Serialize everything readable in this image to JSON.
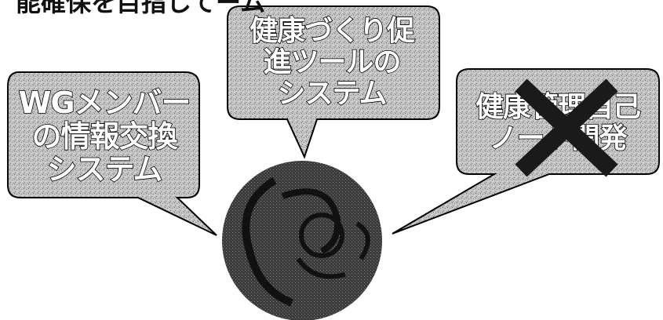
{
  "top_fragment": "能確保を目指してーム",
  "bubbles": {
    "left": {
      "lines": [
        "WGメンバー",
        "の情報交換",
        "システム"
      ]
    },
    "center": {
      "lines": [
        "健康づくり促",
        "進ツールの",
        "システム"
      ]
    },
    "right": {
      "lines": [
        "健康管理自己",
        "ノート開発"
      ],
      "status": "rejected"
    }
  },
  "colors": {
    "bubble_fill": "#bdbdbd",
    "outline": "#000000",
    "figure": "#2b2b2b",
    "cross": "#1a1a1a"
  },
  "icons": {
    "center_figure": "head-silhouette-icon",
    "reject_mark": "cross-icon"
  }
}
